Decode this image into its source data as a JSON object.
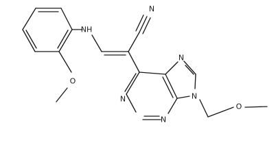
{
  "molecule": {
    "atom_labels": {
      "nitrile_n": "N",
      "amine_nh": "NH",
      "ether_o_left": "O",
      "ether_o_right": "O",
      "purine_n7": "N",
      "purine_n9": "N",
      "purine_n1": "N",
      "purine_n3": "N"
    }
  }
}
